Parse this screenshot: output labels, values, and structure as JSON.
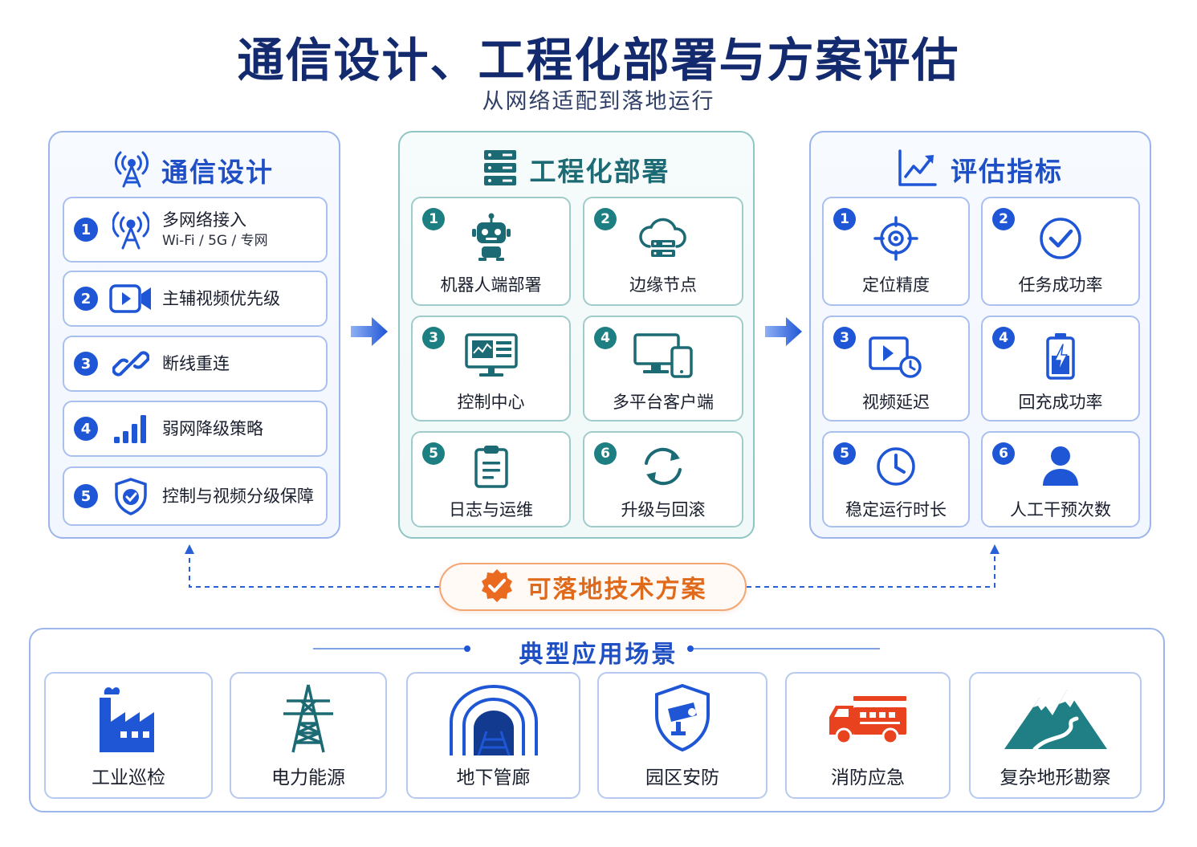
{
  "header": {
    "title": "通信设计、工程化部署与方案评估",
    "subtitle": "从网络适配到落地运行"
  },
  "comm": {
    "title": "通信设计",
    "items": [
      {
        "num": "1",
        "label": "多网络接入",
        "sub": "Wi-Fi / 5G / 专网",
        "icon": "antenna-icon"
      },
      {
        "num": "2",
        "label": "主辅视频优先级",
        "icon": "video-camera-icon"
      },
      {
        "num": "3",
        "label": "断线重连",
        "icon": "link-icon"
      },
      {
        "num": "4",
        "label": "弱网降级策略",
        "icon": "signal-bars-icon"
      },
      {
        "num": "5",
        "label": "控制与视频分级保障",
        "icon": "shield-check-icon"
      }
    ]
  },
  "deploy": {
    "title": "工程化部署",
    "cards": [
      {
        "num": "1",
        "label": "机器人端部署",
        "icon": "robot-icon"
      },
      {
        "num": "2",
        "label": "边缘节点",
        "icon": "cloud-server-icon"
      },
      {
        "num": "3",
        "label": "控制中心",
        "icon": "monitor-dashboard-icon"
      },
      {
        "num": "4",
        "label": "多平台客户端",
        "icon": "devices-icon"
      },
      {
        "num": "5",
        "label": "日志与运维",
        "icon": "clipboard-icon"
      },
      {
        "num": "6",
        "label": "升级与回滚",
        "icon": "refresh-icon"
      }
    ]
  },
  "eval": {
    "title": "评估指标",
    "cards": [
      {
        "num": "1",
        "label": "定位精度",
        "icon": "crosshair-icon"
      },
      {
        "num": "2",
        "label": "任务成功率",
        "icon": "check-circle-icon"
      },
      {
        "num": "3",
        "label": "视频延迟",
        "icon": "video-clock-icon"
      },
      {
        "num": "4",
        "label": "回充成功率",
        "icon": "battery-charge-icon"
      },
      {
        "num": "5",
        "label": "稳定运行时长",
        "icon": "clock-icon"
      },
      {
        "num": "6",
        "label": "人工干预次数",
        "icon": "person-icon"
      }
    ]
  },
  "center": {
    "label": "可落地技术方案"
  },
  "scenes": {
    "title": "典型应用场景",
    "items": [
      {
        "label": "工业巡检",
        "icon": "factory-icon"
      },
      {
        "label": "电力能源",
        "icon": "power-tower-icon"
      },
      {
        "label": "地下管廊",
        "icon": "tunnel-icon"
      },
      {
        "label": "园区安防",
        "icon": "security-camera-shield-icon"
      },
      {
        "label": "消防应急",
        "icon": "fire-truck-icon"
      },
      {
        "label": "复杂地形勘察",
        "icon": "mountain-icon"
      }
    ]
  },
  "colors": {
    "blue": "#1f56d6",
    "teal": "#1e7f83",
    "orange": "#e06a1c",
    "navy": "#142a6e"
  }
}
